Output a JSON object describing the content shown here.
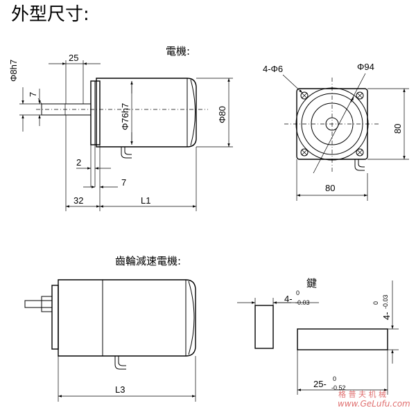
{
  "title": "外型尺寸:",
  "section_motor": "電機:",
  "section_gear_motor": "齒輪減速電機:",
  "key_label": "鍵",
  "dims": {
    "shaft_dia": "Φ8h7",
    "shaft_len": "25",
    "key_width_side": "7",
    "flange_spigot": "Φ76h7",
    "body_dia": "Φ80",
    "gap_2": "2",
    "gap_7": "7",
    "flange_32": "32",
    "length_L1": "L1",
    "holes": "4-Φ6",
    "pcd": "Φ94",
    "square_h": "80",
    "square_w": "80",
    "length_L3": "L3",
    "key_w_main": "4-",
    "key_w_tol": "0",
    "key_w_tol_low": "-0.03",
    "key_h_main": "4-",
    "key_h_tol": "0",
    "key_h_tol_low": "-0.03",
    "key_l_main": "25-",
    "key_l_tol": "0",
    "key_l_tol_low": "-0.52"
  },
  "watermark": {
    "cn": "格 普 夫 机 械",
    "url": "www.GeLufu.com"
  }
}
